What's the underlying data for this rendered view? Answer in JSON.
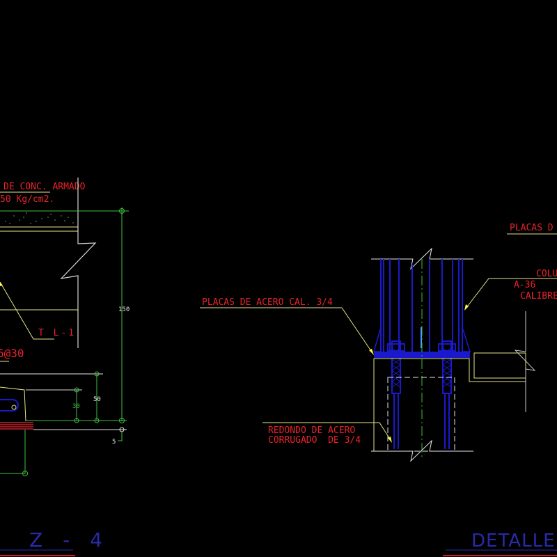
{
  "colors": {
    "background": "#000000",
    "annotation_text": "#e8232a",
    "leader": "#e6e68a",
    "dimension": "#3fbf3f",
    "steel": "#1a1acc",
    "title": "#2a2aa8"
  },
  "left_detail": {
    "slab_label_line1": "DE CONC. ARMADO",
    "slab_label_line2": "50 Kg/cm2.",
    "beam_label": "T L-1",
    "rebar_label": "6@30",
    "dim_total": "150",
    "dim_50": "50",
    "dim_30": "30",
    "dim_5": "5",
    "title": "Z - 4"
  },
  "center_detail": {
    "plate_label": "PLACAS DE ACERO CAL. 3/4",
    "rebar_label_line1": "REDONDO DE ACERO",
    "rebar_label_line2": "CORRUGADO  DE 3/4"
  },
  "right_detail": {
    "plate_label": "PLACAS D",
    "column_label_line1": "COLU",
    "column_label_line2": "A-36",
    "column_label_line3": "CALIBRE",
    "title": "DETALLE"
  }
}
